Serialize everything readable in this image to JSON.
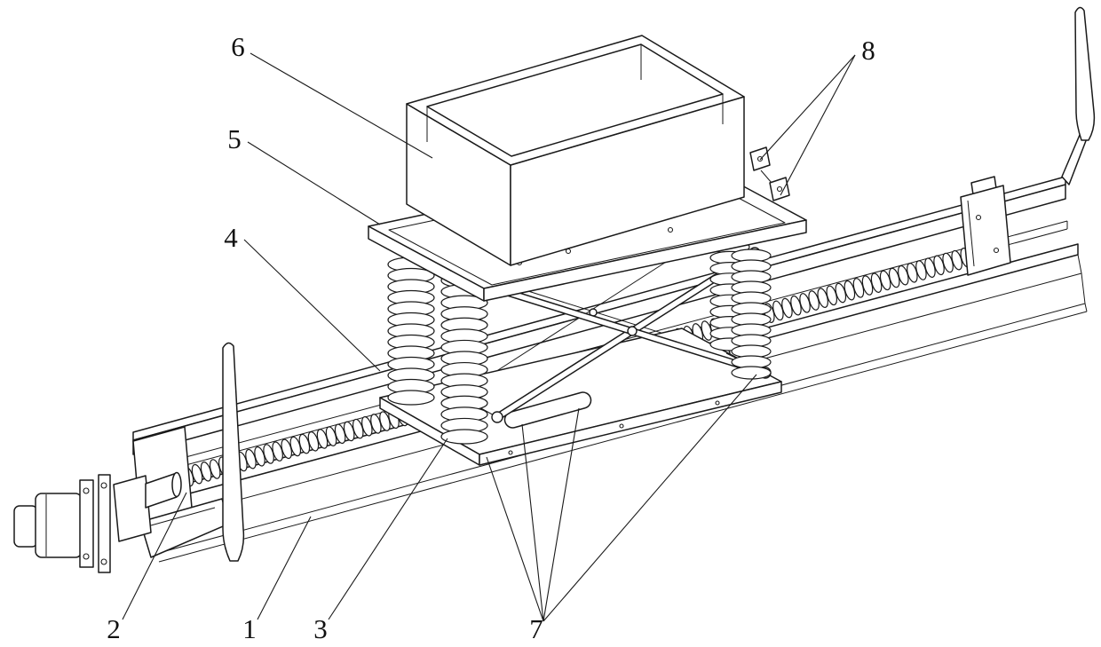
{
  "figure": {
    "background": "#ffffff",
    "line_color": "#1a1a1a",
    "labels": [
      {
        "text": "1"
      },
      {
        "text": "2"
      },
      {
        "text": "3"
      },
      {
        "text": "4"
      },
      {
        "text": "5"
      },
      {
        "text": "6"
      },
      {
        "text": "7"
      },
      {
        "text": "8"
      }
    ]
  }
}
